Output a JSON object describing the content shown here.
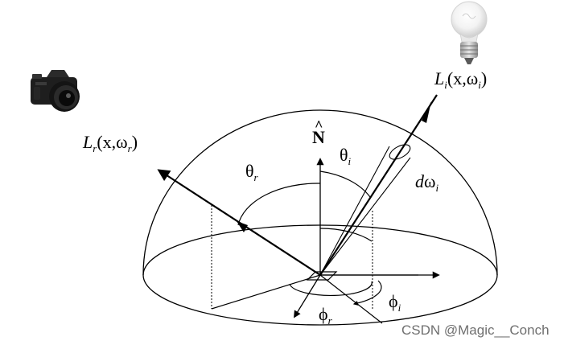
{
  "diagram": {
    "labels": {
      "incident_radiance": {
        "main": "L",
        "sub": "i",
        "rest": "(x,ω",
        "sub2": "i",
        "close": ")"
      },
      "reflected_radiance": {
        "main": "L",
        "sub": "r",
        "rest": "(x,ω",
        "sub2": "r",
        "close": ")"
      },
      "normal": "N",
      "normal_hat": "^",
      "theta_r": {
        "sym": "θ",
        "sub": "r"
      },
      "theta_i": {
        "sym": "θ",
        "sub": "i"
      },
      "solid_angle": {
        "d": "d",
        "sym": "ω",
        "sub": "i"
      },
      "phi_r": {
        "sym": "ϕ",
        "sub": "r"
      },
      "phi_i": {
        "sym": "ϕ",
        "sub": "i"
      }
    },
    "icons": {
      "light": "lightbulb-icon",
      "camera": "camera-icon"
    }
  },
  "watermark": "CSDN @Magic__Conch"
}
